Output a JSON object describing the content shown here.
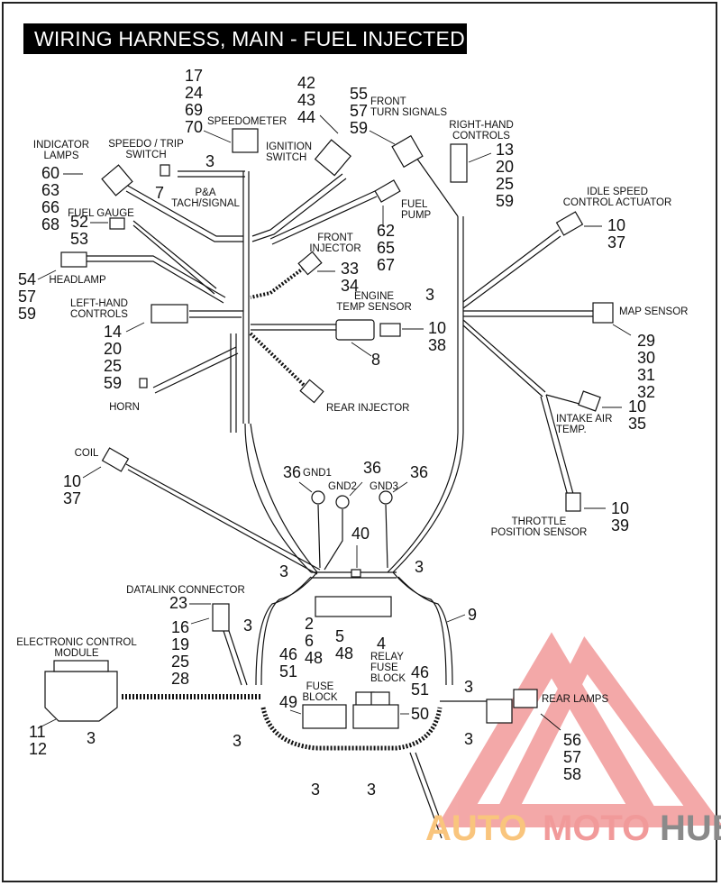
{
  "title": "WIRING HARNESS, MAIN - FUEL INJECTED",
  "components": [
    {
      "id": "speedometer",
      "label": [
        "SPEEDOMETER"
      ],
      "callouts": [
        "17",
        "24",
        "69",
        "70"
      ]
    },
    {
      "id": "ignition-switch",
      "label": [
        "IGNITION",
        "SWITCH"
      ],
      "callouts": [
        "42",
        "43",
        "44"
      ]
    },
    {
      "id": "front-turn-signals",
      "label": [
        "FRONT",
        "TURN SIGNALS"
      ],
      "callouts": [
        "55",
        "57",
        "59"
      ]
    },
    {
      "id": "right-hand-controls",
      "label": [
        "RIGHT-HAND",
        "CONTROLS"
      ],
      "callouts": [
        "13",
        "20",
        "25",
        "59"
      ]
    },
    {
      "id": "indicator-lamps",
      "label": [
        "INDICATOR",
        "LAMPS"
      ],
      "callouts": [
        "60",
        "63",
        "66",
        "68"
      ]
    },
    {
      "id": "speedo-trip-switch",
      "label": [
        "SPEEDO / TRIP",
        "SWITCH"
      ],
      "callouts": [
        "7"
      ]
    },
    {
      "id": "pa-tach-signal",
      "label": [
        "P&A",
        "TACH/SIGNAL"
      ],
      "callouts": []
    },
    {
      "id": "fuel-gauge",
      "label": [
        "FUEL GAUGE"
      ],
      "callouts": [
        "52",
        "53"
      ]
    },
    {
      "id": "fuel-pump",
      "label": [
        "FUEL",
        "PUMP"
      ],
      "callouts": [
        "62",
        "65",
        "67"
      ]
    },
    {
      "id": "idle-speed-control-actuator",
      "label": [
        "IDLE SPEED",
        "CONTROL ACTUATOR"
      ],
      "callouts": [
        "10",
        "37"
      ]
    },
    {
      "id": "front-injector",
      "label": [
        "FRONT",
        "INJECTOR"
      ],
      "callouts": [
        "33",
        "34"
      ]
    },
    {
      "id": "headlamp",
      "label": [
        "HEADLAMP"
      ],
      "callouts": [
        "54",
        "57",
        "59"
      ]
    },
    {
      "id": "map-sensor",
      "label": [
        "MAP SENSOR"
      ],
      "callouts": [
        "29",
        "30",
        "31",
        "32"
      ]
    },
    {
      "id": "left-hand-controls",
      "label": [
        "LEFT-HAND",
        "CONTROLS"
      ],
      "callouts": [
        "14",
        "20",
        "25",
        "59"
      ]
    },
    {
      "id": "engine-temp-sensor",
      "label": [
        "ENGINE",
        "TEMP SENSOR"
      ],
      "callouts": [
        "10",
        "38"
      ]
    },
    {
      "id": "engine-temp-harness",
      "label": [],
      "callouts": [
        "8"
      ]
    },
    {
      "id": "horn",
      "label": [
        "HORN"
      ],
      "callouts": []
    },
    {
      "id": "rear-injector",
      "label": [
        "REAR INJECTOR"
      ],
      "callouts": []
    },
    {
      "id": "intake-air-temp",
      "label": [
        "INTAKE AIR",
        "TEMP."
      ],
      "callouts": [
        "10",
        "35"
      ]
    },
    {
      "id": "coil",
      "label": [
        "COIL"
      ],
      "callouts": [
        "10",
        "37"
      ]
    },
    {
      "id": "gnd1",
      "label": [
        "GND1"
      ],
      "callouts": [
        "36"
      ]
    },
    {
      "id": "gnd2",
      "label": [
        "GND2"
      ],
      "callouts": [
        "36"
      ]
    },
    {
      "id": "gnd3",
      "label": [
        "GND3"
      ],
      "callouts": [
        "36"
      ]
    },
    {
      "id": "throttle-position-sensor",
      "label": [
        "THROTTLE",
        "POSITION SENSOR"
      ],
      "callouts": [
        "10",
        "39"
      ]
    },
    {
      "id": "connector-40",
      "label": [],
      "callouts": [
        "40"
      ]
    },
    {
      "id": "datalink-connector",
      "label": [
        "DATALINK CONNECTOR"
      ],
      "callouts": [
        "23"
      ]
    },
    {
      "id": "datalink-parts",
      "label": [],
      "callouts": [
        "16",
        "19",
        "25",
        "28"
      ]
    },
    {
      "id": "harness-loop",
      "label": [],
      "callouts": [
        "9"
      ]
    },
    {
      "id": "electronic-control-module",
      "label": [
        "ELECTRONIC CONTROL",
        "MODULE"
      ],
      "callouts": [
        "11",
        "12"
      ]
    },
    {
      "id": "fuse-block",
      "label": [
        "FUSE",
        "BLOCK"
      ],
      "callouts": [
        "49"
      ]
    },
    {
      "id": "relay-fuse-block",
      "label": [
        "RELAY",
        "FUSE",
        "BLOCK"
      ],
      "callouts": [
        "50"
      ]
    },
    {
      "id": "rear-lamps",
      "label": [
        "REAR LAMPS"
      ],
      "callouts": [
        "56",
        "57",
        "58"
      ]
    }
  ],
  "misc_callouts": {
    "plate": "4",
    "fuse_group_a": [
      "2",
      "6",
      "48"
    ],
    "relay_group": [
      "5",
      "48"
    ],
    "fuse_left": [
      "46",
      "51"
    ],
    "fuse_right": [
      "46",
      "51"
    ],
    "cable_strap": "3"
  },
  "watermark": {
    "parts": [
      {
        "text": "AUTO",
        "color": "#f9c57d"
      },
      {
        "text": "MOTO",
        "color": "#f19a9a"
      },
      {
        "text": "HUB",
        "color": "#8a8a8a"
      }
    ],
    "triangle_color": "#f19a9a"
  }
}
